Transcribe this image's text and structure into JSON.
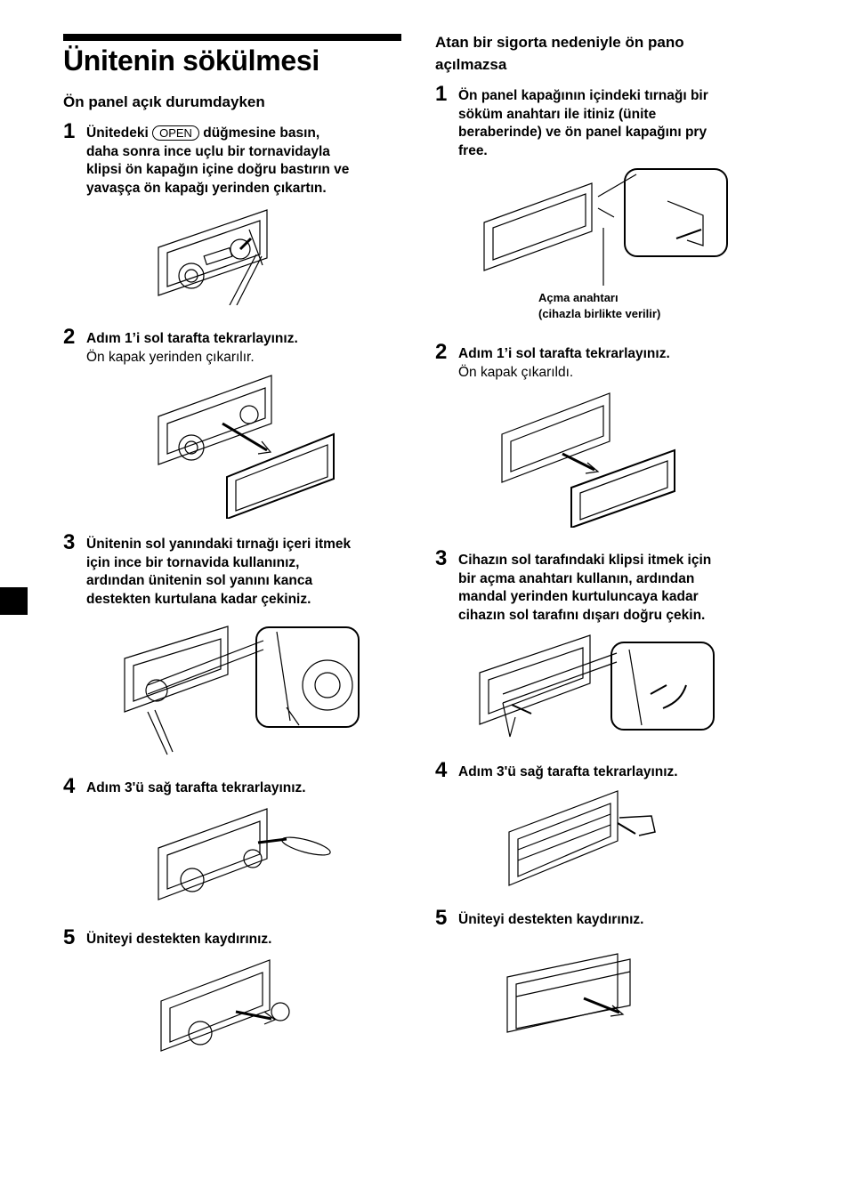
{
  "title": "Ünitenin sökülmesi",
  "left": {
    "heading": "Ön panel açık durumdayken",
    "steps": [
      {
        "num": "1",
        "pre": "Ünitedeki",
        "button": "OPEN",
        "post": "düğmesine basın,",
        "line2": "daha sonra ince uçlu bir tornavidayla",
        "line3": "klipsi ön kapağın içine doğru bastırın ve",
        "line4": "yavaşça ön kapağı yerinden çıkartın."
      },
      {
        "num": "2",
        "bold": "Adım 1’i sol tarafta tekrarlayınız.",
        "normal": "Ön kapak yerinden çıkarılır."
      },
      {
        "num": "3",
        "line1": "Ünitenin sol yanındaki tırnağı içeri itmek",
        "line2": "için ince bir tornavida kullanınız,",
        "line3": "ardından ünitenin sol yanını kanca",
        "line4": "destekten kurtulana kadar çekiniz."
      },
      {
        "num": "4",
        "bold": "Adım 3'ü sağ tarafta tekrarlayınız."
      },
      {
        "num": "5",
        "bold": "Üniteyi destekten kaydırınız."
      }
    ]
  },
  "right": {
    "heading_line1": "Atan bir sigorta nedeniyle ön pano",
    "heading_line2": "açılmazsa",
    "steps": [
      {
        "num": "1",
        "line1": "Ön panel kapağının içindeki tırnağı bir",
        "line2": "söküm anahtarı ile itiniz (ünite",
        "line3": "beraberinde) ve ön panel kapağını pry",
        "line4": "free."
      },
      {
        "num": "2",
        "bold": "Adım 1’i sol tarafta tekrarlayınız.",
        "normal": "Ön kapak çıkarıldı."
      },
      {
        "num": "3",
        "line1": "Cihazın sol tarafındaki klipsi itmek için",
        "line2": "bir açma anahtarı kullanın, ardından",
        "line3": "mandal yerinden kurtuluncaya kadar",
        "line4": "cihazın sol tarafını dışarı doğru çekin."
      },
      {
        "num": "4",
        "bold": "Adım 3'ü sağ tarafta tekrarlayınız."
      },
      {
        "num": "5",
        "bold": "Üniteyi destekten kaydırınız."
      }
    ],
    "caption_line1": "Açma anahtarı",
    "caption_line2": "(cihazla birlikte verilir)"
  }
}
